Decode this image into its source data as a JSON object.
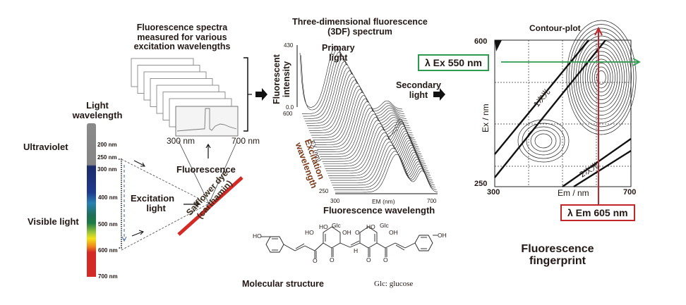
{
  "spectrum_panel": {
    "title_line1": "Light",
    "title_line2": "wavelength",
    "region_uv": "Ultraviolet",
    "region_visible": "Visible light",
    "ticks": [
      "200 nm",
      "250 nm",
      "300 nm",
      "400 nm",
      "500 nm",
      "600 nm",
      "700 nm"
    ],
    "colors": {
      "uv": "#858585",
      "violet": "#1c2a6a",
      "blue": "#1f3f9a",
      "cyan": "#2a7fb0",
      "green": "#1e7a45",
      "yellow": "#f2e21a",
      "orange": "#f08a1c",
      "red": "#d42a26"
    }
  },
  "excitation": {
    "label_line1": "Excitation",
    "label_line2": "light",
    "fluorescence_label": "Fluorescence",
    "dye_line1": "Safflower dye",
    "dye_line2": "(carthamin)",
    "dye_color": "#d42a26"
  },
  "spectra_stack": {
    "title_line1": "Fluorescence spectra",
    "title_line2": "measured for various",
    "title_line3": "excitation wavelengths",
    "x_min_label": "300  nm",
    "x_max_label": "700  nm",
    "sheet_count": 8
  },
  "three_d": {
    "title_line1": "Three-dimensional fluorescence",
    "title_line2": "(3DF) spectrum",
    "z_axis_label_line1": "Fluorescent",
    "z_axis_label_line2": "intensity",
    "z_max": "430",
    "z_min": "0.0",
    "ex_max": "600",
    "ex_min": "250",
    "ex_axis_small": "EX (nm)",
    "ex_axis_line1": "Excitation",
    "ex_axis_line2": "wavelength",
    "em_min": "300",
    "em_max": "700",
    "em_axis_small": "EM (nm)",
    "em_axis_label": "Fluorescence wavelength",
    "peak_primary_line1": "Primary",
    "peak_primary_line2": "light",
    "peak_secondary_line1": "Secondary",
    "peak_secondary_line2": "light"
  },
  "molecule": {
    "caption": "Molecular structure",
    "note": "Glc: glucose",
    "atoms": {
      "ho_left": "HO",
      "ho_top1": "HO",
      "glc1": "Glc",
      "ho_mid1": "HO",
      "oh_mid1": "OH",
      "ho_top2": "HO",
      "glc2": "Glc",
      "o_top2": "O",
      "oh_mid2": "OH",
      "oh_right": "OH",
      "h_bridge": "H",
      "o1": "O",
      "o2": "O",
      "o3": "O",
      "o4": "O"
    }
  },
  "contour": {
    "title": "Contour-plot",
    "y_axis_label": "Ex / nm",
    "x_axis_label": "Em / nm",
    "y_max": "600",
    "y_min": "250",
    "x_min": "300",
    "x_max": "700",
    "band1_label": "1次光",
    "band2_label": "2次光",
    "ex_marker_label": "λ Ex 550 nm",
    "em_marker_label": "λ Em 605 nm",
    "ex_marker_value_nm": 550,
    "em_marker_value_nm": 605,
    "ex_color": "#2e9a4e",
    "em_color": "#c3262a"
  },
  "result": {
    "line1": "Fluorescence",
    "line2": "fingerprint"
  }
}
